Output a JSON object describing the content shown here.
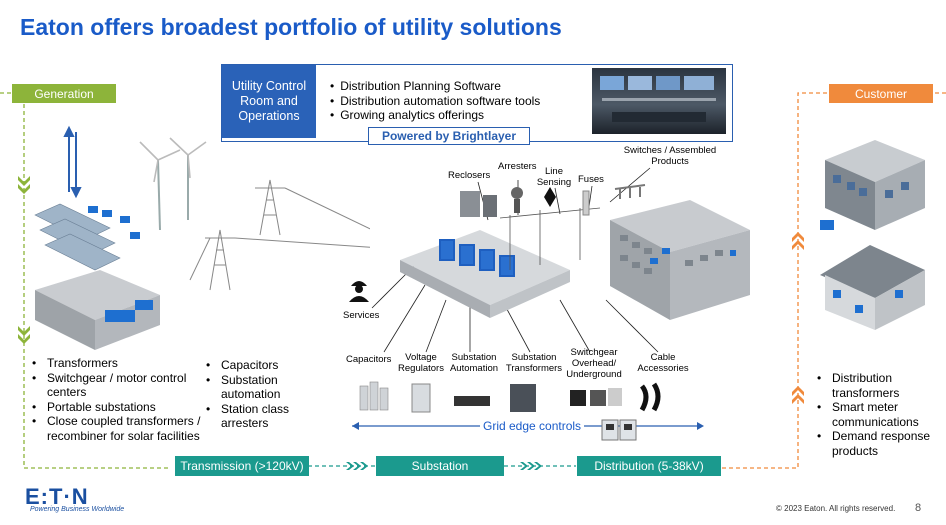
{
  "header": {
    "title": "Eaton offers broadest portfolio of utility solutions"
  },
  "segments": {
    "generation": "Generation",
    "customer": "Customer"
  },
  "control_room": {
    "title": "Utility Control Room and Operations",
    "items": [
      "Distribution Planning Software",
      "Distribution automation software tools",
      "Growing analytics offerings"
    ],
    "powered_by": "Powered by Brightlayer"
  },
  "generation_list_1": [
    "Transformers",
    "Switchgear / motor control centers",
    "Portable substations",
    "Close coupled transformers / recombiner for solar facilities"
  ],
  "generation_list_2": [
    "Capacitors",
    "Substation automation",
    "Station class arresters"
  ],
  "customer_list": [
    "Distribution transformers",
    "Smart meter communications",
    "Demand response products"
  ],
  "top_labels": {
    "reclosers": "Reclosers",
    "arresters": "Arresters",
    "line_sensing": "Line Sensing",
    "fuses": "Fuses",
    "switches": "Switches / Assembled Products"
  },
  "bottom_labels": {
    "services": "Services",
    "capacitors": "Capacitors",
    "voltage_regulators": "Voltage Regulators",
    "substation_automation": "Substation Automation",
    "substation_transformers": "Substation Transformers",
    "switchgear": "Switchgear Overhead/ Underground",
    "cable_accessories": "Cable Accessories"
  },
  "grid_edge": "Grid edge controls",
  "bars": {
    "transmission": "Transmission (>120kV)",
    "substation": "Substation",
    "distribution": "Distribution (5-38kV)"
  },
  "footer": {
    "logo": "E:T·N",
    "tagline": "Powering Business Worldwide",
    "copyright": "© 2023 Eaton. All rights reserved.",
    "page": "8"
  },
  "colors": {
    "title_blue": "#1a5bc8",
    "generation_green": "#8db43a",
    "customer_orange": "#f08a3c",
    "teal": "#1b9a8e",
    "control_blue": "#2a62b8"
  }
}
